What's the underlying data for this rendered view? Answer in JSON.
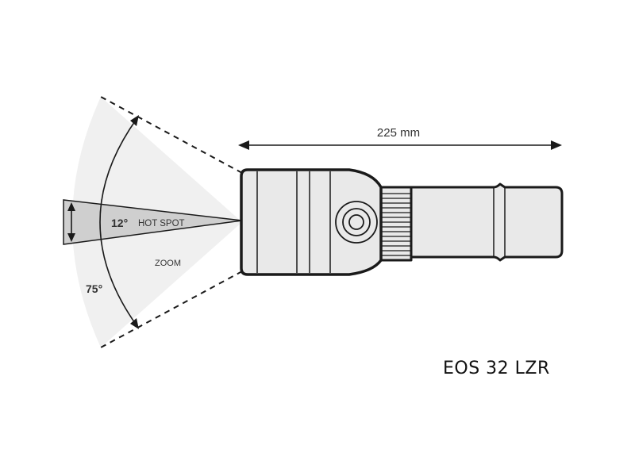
{
  "diagram": {
    "dimension_label": "225 mm",
    "hotspot_angle": "12°",
    "hotspot_label": "HOT SPOT",
    "zoom_label": "ZOOM",
    "zoom_angle": "75°",
    "model_name": "EOS 32 LZR"
  },
  "colors": {
    "outline": "#1a1a1a",
    "body_fill": "#e9e9e9",
    "beam_light": "#f0f0f0",
    "beam_hotspot": "#cfcfcf"
  },
  "icons": {
    "dimension_arrow": "double-arrow",
    "beam": "light-cone",
    "flashlight": "flashlight-side-view"
  }
}
